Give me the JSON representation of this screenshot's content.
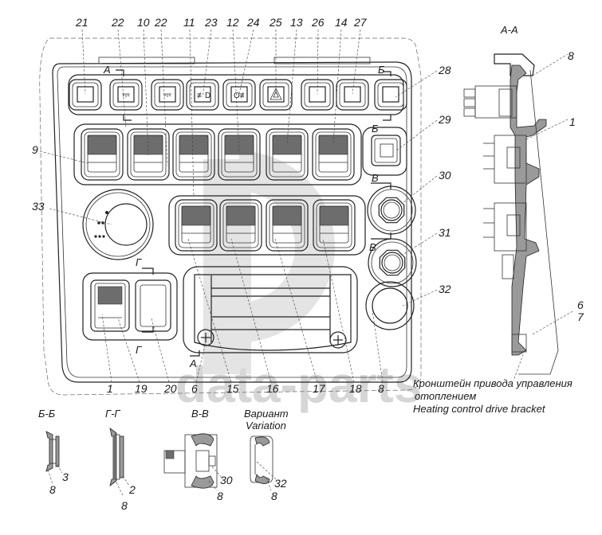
{
  "diagram": {
    "watermark": {
      "text": "data-parts",
      "color": "#d6d6d6"
    },
    "top_callouts": [
      "21",
      "22",
      "10",
      "22",
      "11",
      "23",
      "12",
      "24",
      "25",
      "13",
      "26",
      "14",
      "27"
    ],
    "right_callouts": [
      "28",
      "29",
      "30",
      "31",
      "32"
    ],
    "left_callouts": [
      "9",
      "33"
    ],
    "bottom_callouts": [
      "1",
      "19",
      "20",
      "6",
      "15",
      "16",
      "17",
      "18",
      "8"
    ],
    "section_marks": {
      "a": "А",
      "b": "Б",
      "v": "В",
      "g": "Г"
    },
    "top_buttons": [
      {
        "id": "21",
        "icon": "blank-square-icon"
      },
      {
        "id": "22",
        "icon": "interior-light-icon"
      },
      {
        "id": "22b",
        "icon": "interior-light-icon"
      },
      {
        "id": "23",
        "icon": "front-fog-light-icon"
      },
      {
        "id": "24",
        "icon": "rear-fog-light-icon"
      },
      {
        "id": "25",
        "icon": "hazard-warning-icon"
      },
      {
        "id": "26",
        "icon": "blank-square-icon"
      },
      {
        "id": "27",
        "icon": "blank-square-icon"
      },
      {
        "id": "28",
        "icon": "blank-square-icon"
      }
    ],
    "rocker_row1": [
      "9",
      "10",
      "11",
      "12",
      "13",
      "14"
    ],
    "rocker_row2": [
      "15",
      "16",
      "17",
      "18"
    ],
    "knob_33": {
      "dots": [
        "•",
        "••",
        "•••"
      ]
    },
    "sections": {
      "aa": {
        "title": "А-А",
        "callouts": [
          "8",
          "1",
          "6",
          "7"
        ]
      },
      "bb": {
        "title": "Б-Б",
        "callouts": [
          "3",
          "8"
        ]
      },
      "gg": {
        "title": "Г-Г",
        "callouts": [
          "2",
          "8"
        ]
      },
      "vv": {
        "title": "В-В",
        "callouts": [
          "30",
          "8"
        ]
      },
      "variant": {
        "title_ru": "Вариант",
        "title_en": "Variation",
        "callouts": [
          "32",
          "8"
        ]
      }
    },
    "caption": {
      "ru_line1": "Кронштейн привода управления",
      "ru_line2": "отоплением",
      "en": "Heating control drive bracket"
    }
  }
}
